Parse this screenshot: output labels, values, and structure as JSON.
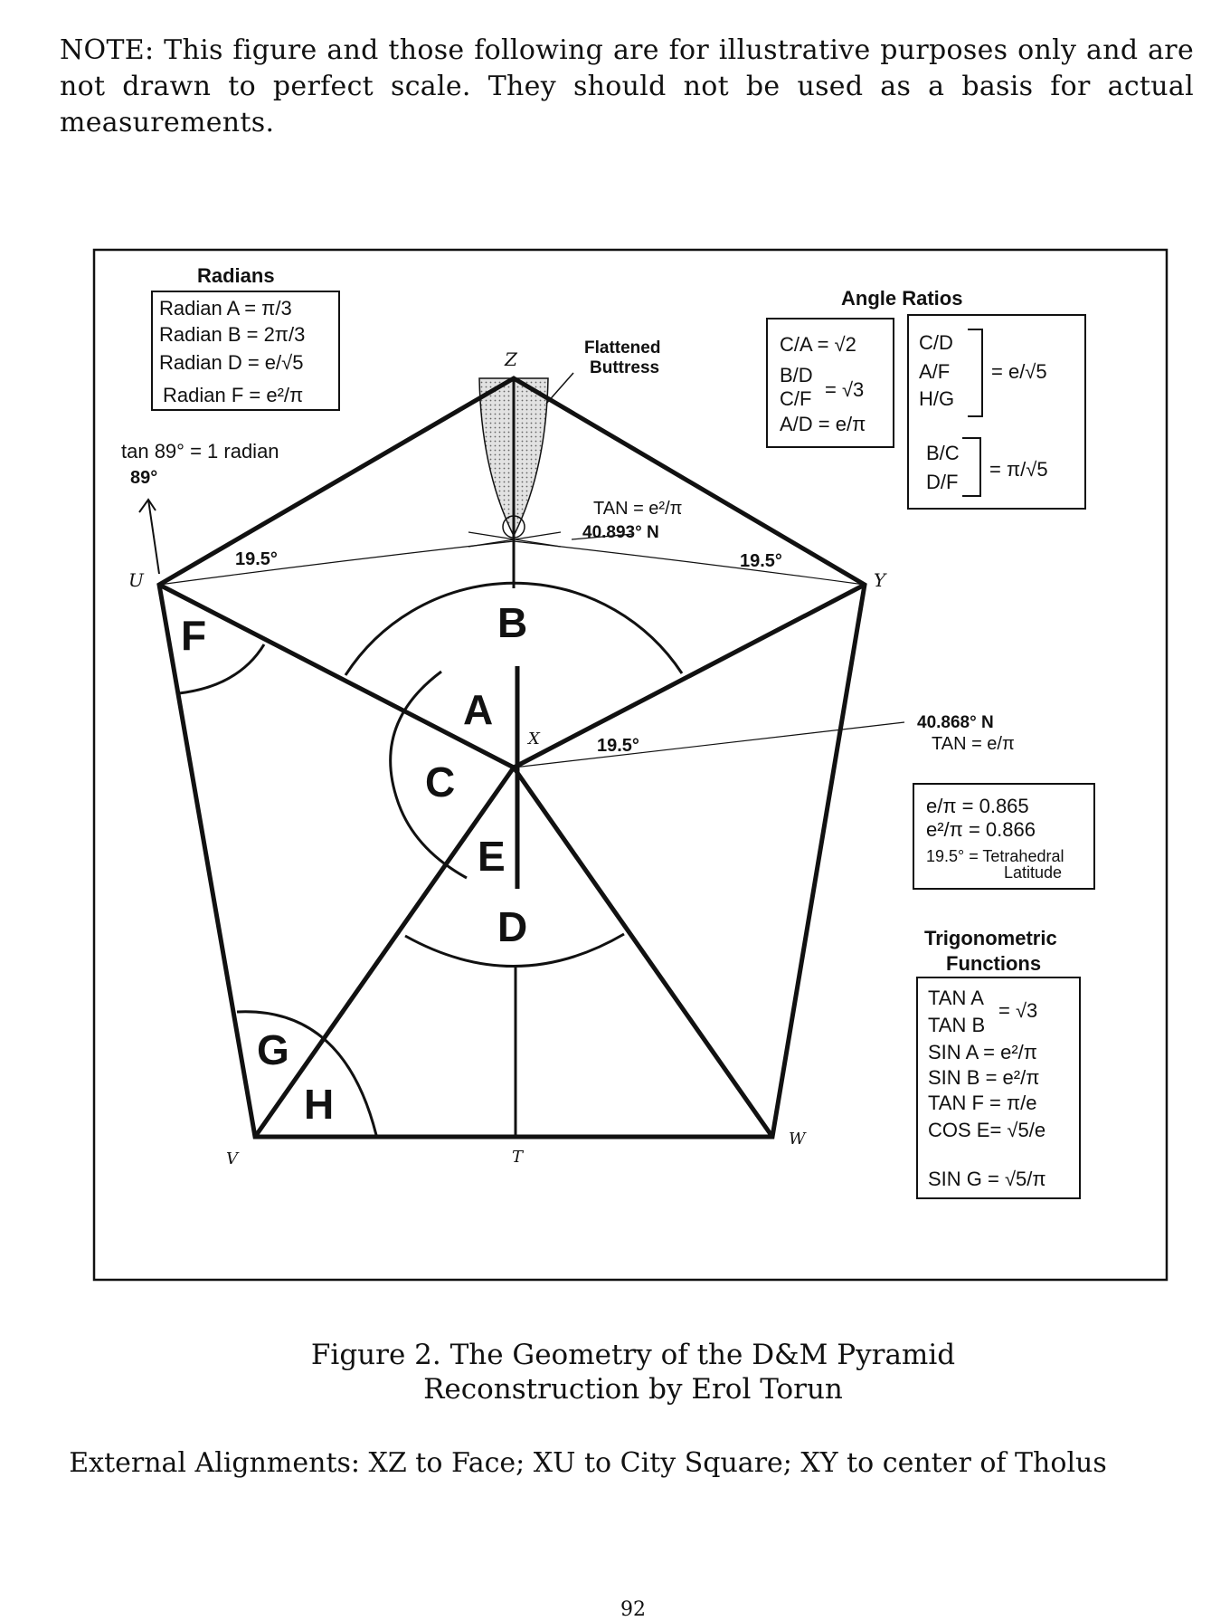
{
  "note": "NOTE: This figure and those following are for illustrative purposes only and are not drawn to perfect scale. They should not be used as a basis for actual measurements.",
  "radians": {
    "title": "Radians",
    "rows": [
      "Radian A = π/3",
      "Radian B = 2π/3",
      "Radian D = e/√5",
      "Radian F = e²/π"
    ]
  },
  "angle_ratios": {
    "title": "Angle Ratios",
    "left": [
      "C/A = √2",
      "B/D",
      "C/F",
      "A/D = e/π"
    ],
    "left_eq": "= √3",
    "right_group1": [
      "C/D",
      "A/F",
      "H/G"
    ],
    "right_group1_eq": "= e/√5",
    "right_group2": [
      "B/C",
      "D/F"
    ],
    "right_group2_eq": "= π/√5"
  },
  "constants": {
    "rows": [
      "e/π = 0.865",
      "e²/π = 0.866",
      "19.5° = Tetrahedral",
      "Latitude"
    ]
  },
  "trig": {
    "title1": "Trigonometric",
    "title2": "Functions",
    "tan_a": "TAN A",
    "tan_b": "TAN B",
    "tan_ab_eq": "= √3",
    "rows": [
      "SIN A = e²/π",
      "SIN B = e²/π",
      "TAN F = π/e",
      "COS E= √5/e",
      "SIN G = √5/π"
    ]
  },
  "annotations": {
    "tan89": "tan 89° = 1 radian",
    "deg89": "89°",
    "flattened1": "Flattened",
    "flattened2": "Buttress",
    "tan_top1": "TAN = e²/π",
    "tan_top2": "40.893° N",
    "right_lat1": "40.868° N",
    "right_lat2": "TAN = e/π",
    "angle_left": "19.5°",
    "angle_right": "19.5°",
    "angle_center": "19.5°"
  },
  "vertices": {
    "Z": "Z",
    "U": "U",
    "Y": "Y",
    "X": "X",
    "V": "V",
    "T": "T",
    "W": "W"
  },
  "regions": {
    "A": "A",
    "B": "B",
    "C": "C",
    "D": "D",
    "E": "E",
    "F": "F",
    "G": "G",
    "H": "H"
  },
  "caption_title": "Figure 2. The Geometry of the D&M Pyramid",
  "caption_sub": "Reconstruction by Erol Torun",
  "alignments": "External Alignments: XZ to Face; XU to City Square; XY to center of Tholus",
  "page_number": "92"
}
